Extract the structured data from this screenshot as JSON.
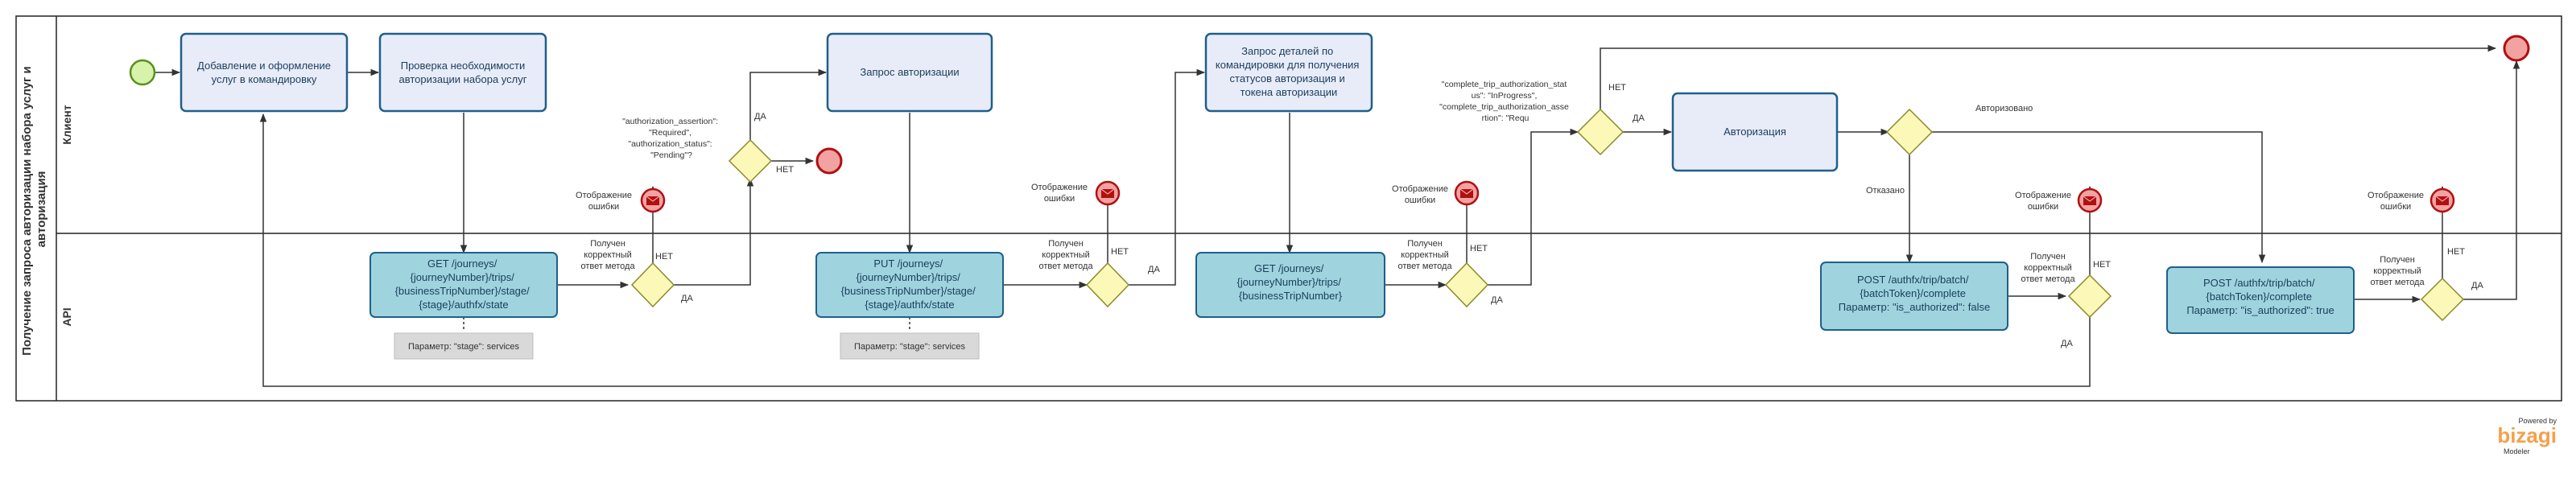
{
  "pool": {
    "title_line1": "Получение запроса авторизации набора услуг и",
    "title_line2": "авторизация",
    "lanes": {
      "client": "Клиент",
      "api": "API"
    }
  },
  "tasks": {
    "add_services": [
      "Добавление и оформление",
      "услуг в командировку"
    ],
    "check_need": [
      "Проверка необходимости",
      "авторизации набора услуг"
    ],
    "get_state": [
      "GET /journeys/",
      "{journeyNumber}/trips/",
      "{businessTripNumber}/stage/",
      "{stage}/authfx/state"
    ],
    "request_auth": [
      "Запрос авторизации"
    ],
    "put_state": [
      "PUT /journeys/",
      "{journeyNumber}/trips/",
      "{businessTripNumber}/stage/",
      "{stage}/authfx/state"
    ],
    "request_details": [
      "Запрос деталей по",
      "командировки для получения",
      "статусов авторизация и",
      "токена авторизации"
    ],
    "get_trip": [
      "GET /journeys/",
      "{journeyNumber}/trips/",
      "{businessTripNumber}"
    ],
    "authorization": [
      "Авторизация"
    ],
    "post_false": [
      "POST /authfx/trip/batch/",
      "{batchToken}/complete",
      "Параметр: \"is_authorized\": false"
    ],
    "post_true": [
      "POST /authfx/trip/batch/",
      "{batchToken}/complete",
      "Параметр: \"is_authorized\": true"
    ]
  },
  "annotations": {
    "stage1": "Параметр: \"stage\": services",
    "stage2": "Параметр: \"stage\": services"
  },
  "labels": {
    "yes": "ДА",
    "no": "НЕТ",
    "response_received": [
      "Получен",
      "корректный",
      "ответ метода"
    ],
    "error_display": [
      "Отображение",
      "ошибки"
    ],
    "auth_assertion": [
      "\"authorization_assertion\":",
      "\"Required\",",
      "\"authorization_status\":",
      "\"Pending\"?"
    ],
    "complete_status": [
      "\"complete_trip_authorization_stat",
      "us\": \"InProgress\",",
      "\"complete_trip_authorization_asse",
      "rtion\": \"Requ"
    ],
    "authorized": "Авторизовано",
    "refused": "Отказано"
  },
  "branding": {
    "powered_by": "Powered by",
    "brand": "bizagi",
    "product": "Modeler"
  },
  "colors": {
    "task_fill": "#e8ecf9",
    "task_stroke": "#1f5f8b",
    "api_fill": "#9fd4de",
    "gateway_fill": "#fbf8b8",
    "gateway_stroke": "#8a8a2a",
    "start_fill": "#d6f3a9",
    "start_stroke": "#5a8f1e",
    "end_fill": "#f3a2a2",
    "end_stroke": "#b01010",
    "brand": "#f5a04a"
  }
}
